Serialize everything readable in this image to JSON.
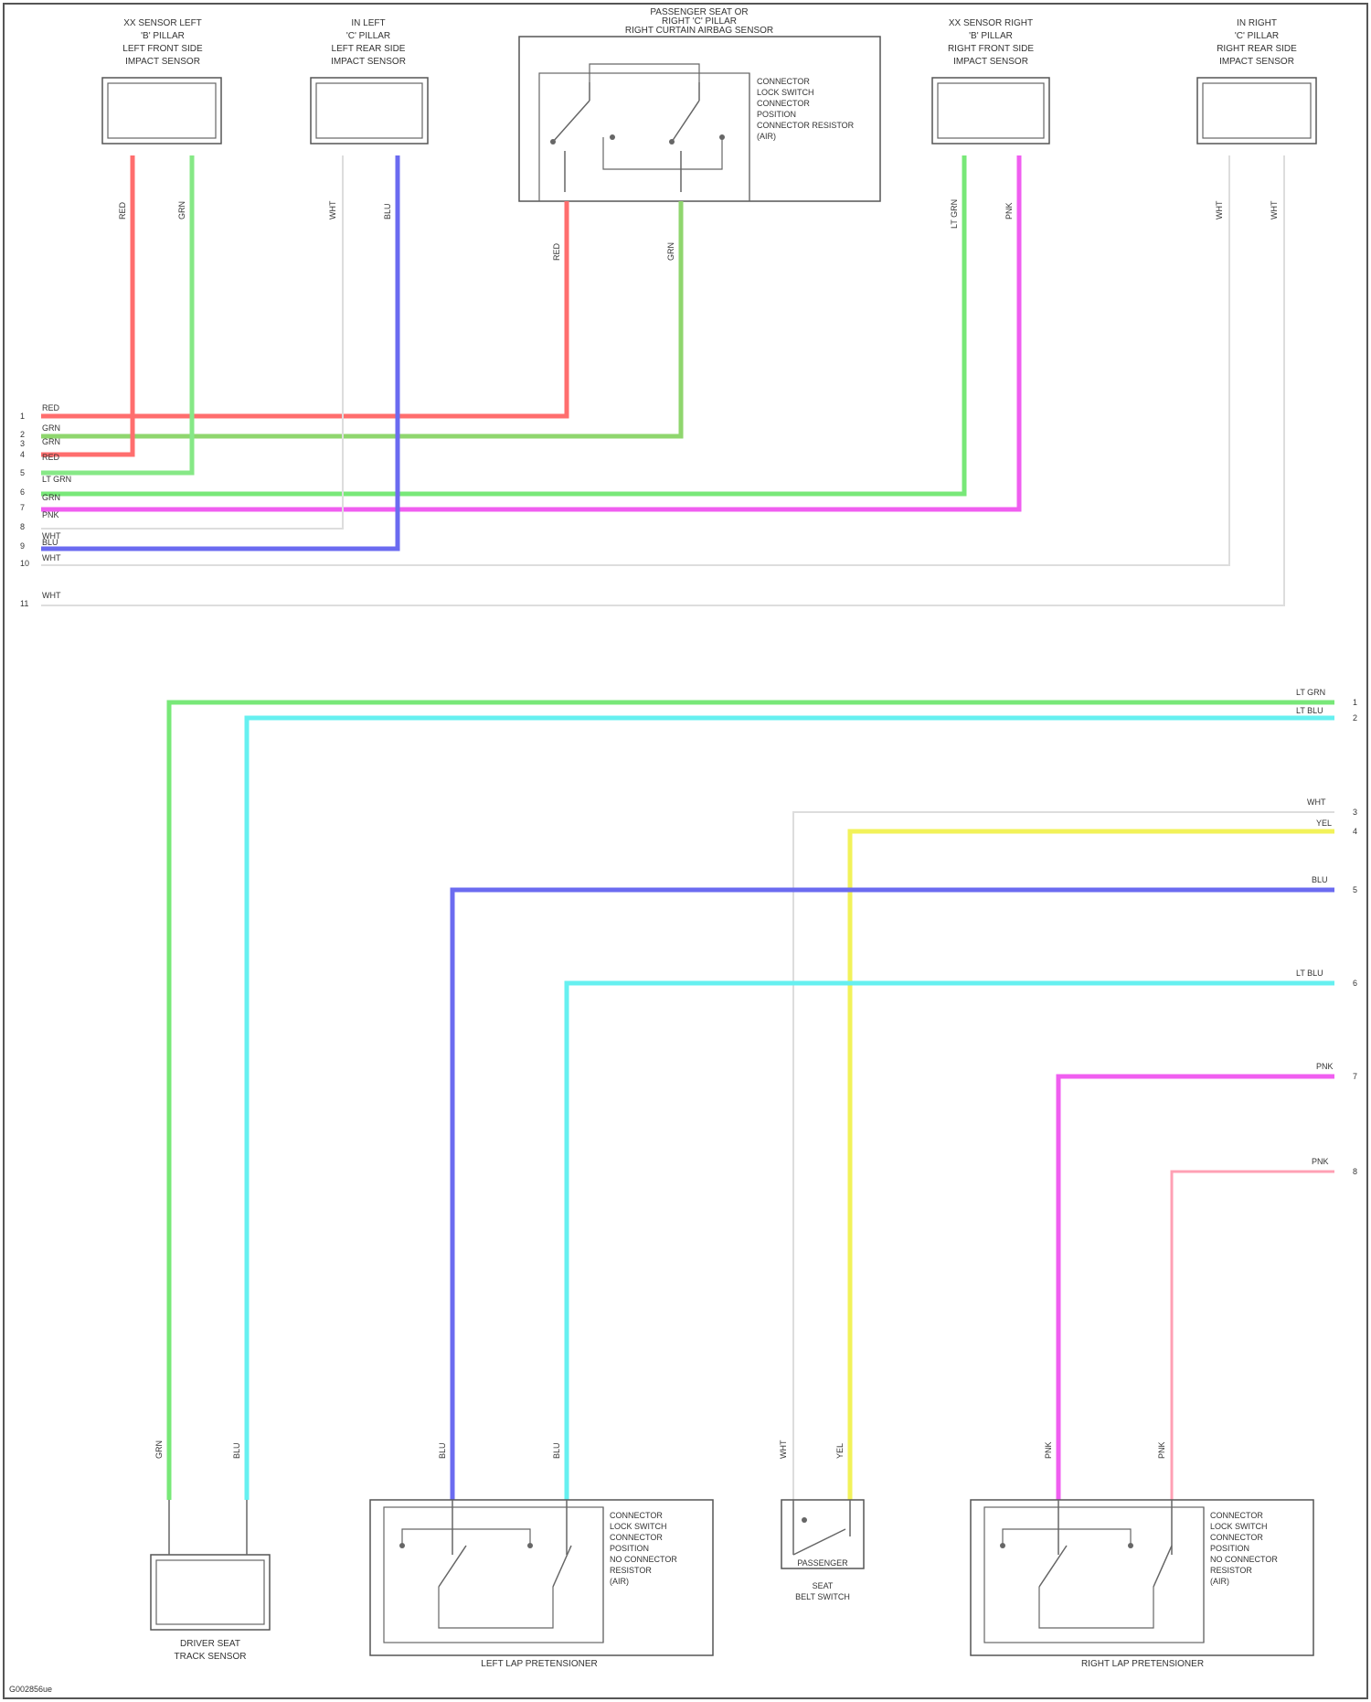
{
  "components": {
    "top1": {
      "lines": [
        "XX SENSOR LEFT",
        "'B' PILLAR",
        "LEFT FRONT SIDE",
        "IMPACT SENSOR"
      ]
    },
    "top2": {
      "lines": [
        "IN LEFT",
        "'C' PILLAR",
        "LEFT REAR SIDE",
        "IMPACT SENSOR"
      ]
    },
    "top3": {
      "lines": [
        "PASSENGER SEAT OR",
        "RIGHT 'C' PILLAR",
        "RIGHT CURTAIN AIRBAG SENSOR"
      ]
    },
    "top4": {
      "lines": [
        "XX SENSOR RIGHT",
        "'B' PILLAR",
        "RIGHT FRONT SIDE",
        "IMPACT SENSOR"
      ]
    },
    "top5": {
      "lines": [
        "IN RIGHT",
        "'C' PILLAR",
        "RIGHT REAR SIDE",
        "IMPACT SENSOR"
      ]
    },
    "top3_notes": [
      "CONNECTOR",
      "LOCK SWITCH",
      "CONNECTOR",
      "POSITION",
      "CONNECTOR RESISTOR",
      "(AIR)"
    ],
    "bot1": {
      "lines": [
        "DRIVER SEAT",
        "TRACK SENSOR"
      ]
    },
    "bot2": {
      "lines": [
        "LEFT LAP PRETENSIONER"
      ]
    },
    "bot2_notes": [
      "CONNECTOR",
      "LOCK SWITCH",
      "CONNECTOR",
      "POSITION",
      "NO CONNECTOR",
      "RESISTOR",
      "(AIR)"
    ],
    "bot3": {
      "lines": [
        "PASSENGER",
        "SEAT",
        "BELT SWITCH"
      ]
    },
    "bot4": {
      "lines": [
        "RIGHT LAP PRETENSIONER"
      ]
    },
    "bot4_notes": [
      "CONNECTOR",
      "LOCK SWITCH",
      "CONNECTOR",
      "POSITION",
      "NO CONNECTOR",
      "RESISTOR",
      "(AIR)"
    ]
  },
  "upper_wires": [
    {
      "pin": "1",
      "label": "RED",
      "color": "#ff6e6e"
    },
    {
      "pin": "2",
      "label": "GRN",
      "color": "#8fd66e"
    },
    {
      "pin": "3",
      "label": "GRN",
      "color": "#5ee07a"
    },
    {
      "pin": "4",
      "label": "RED",
      "color": "#ff6e6e"
    },
    {
      "pin": "5",
      "label": "LT GRN",
      "color": "#86e886"
    },
    {
      "pin": "6",
      "label": "GRN",
      "color": "#78e878"
    },
    {
      "pin": "7",
      "label": "PNK",
      "color": "#f05ef0"
    },
    {
      "pin": "8",
      "label": "WHT",
      "color": "#dddddd"
    },
    {
      "pin": "9",
      "label": "BLU",
      "color": "#6b6bf0"
    },
    {
      "pin": "10",
      "label": "WHT",
      "color": "#dddddd"
    },
    {
      "pin": "11",
      "label": "WHT",
      "color": "#dddddd"
    }
  ],
  "right_wires": [
    {
      "pin": "1",
      "label": "LT GRN",
      "color": "#78e878"
    },
    {
      "pin": "2",
      "label": "LT BLU",
      "color": "#66f0f0"
    },
    {
      "pin": "3",
      "label": "WHT",
      "color": "#dddddd"
    },
    {
      "pin": "4",
      "label": "YEL",
      "color": "#f2f25a"
    },
    {
      "pin": "5",
      "label": "BLU",
      "color": "#6b6bf0"
    },
    {
      "pin": "6",
      "label": "LT BLU",
      "color": "#66f0f0"
    },
    {
      "pin": "7",
      "label": "PNK",
      "color": "#f05ef0"
    },
    {
      "pin": "8",
      "label": "PNK",
      "color": "#ffa0b4"
    }
  ],
  "vertical_labels": {
    "t1a": "RED",
    "t1b": "GRN",
    "t2a": "WHT",
    "t2b": "BLU",
    "t3a": "RED",
    "t3b": "GRN",
    "t4a": "LT GRN",
    "t4b": "PNK",
    "t5a": "WHT",
    "t5b": "WHT",
    "b1a": "GRN",
    "b1b": "BLU",
    "b2a": "BLU",
    "b2b": "BLU",
    "b3a": "WHT",
    "b3b": "YEL",
    "b4a": "PNK",
    "b4b": "PNK"
  },
  "footer": "G002856ue"
}
